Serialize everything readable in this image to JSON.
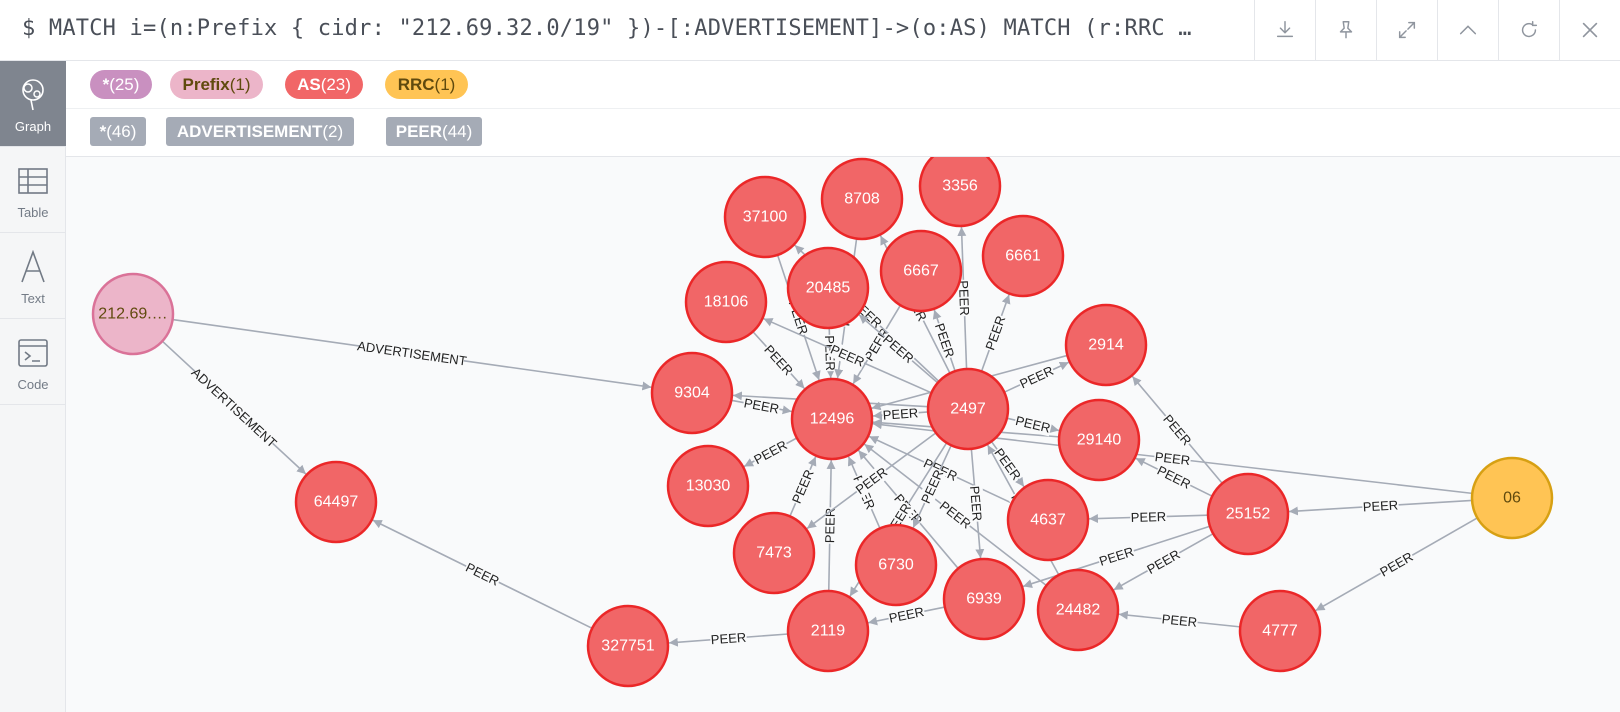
{
  "query": {
    "text": "$ MATCH i=(n:Prefix { cidr: \"212.69.32.0/19\" })-[:ADVERTISEMENT]->(o:AS) MATCH (r:RRC …"
  },
  "toolbar": {
    "buttons": [
      {
        "name": "download-icon"
      },
      {
        "name": "pin-icon"
      },
      {
        "name": "expand-icon"
      },
      {
        "name": "collapse-icon"
      },
      {
        "name": "rerun-icon"
      },
      {
        "name": "close-icon"
      }
    ]
  },
  "sidebar": {
    "items": [
      {
        "label": "Graph",
        "icon": "graph-icon"
      },
      {
        "label": "Table",
        "icon": "table-icon"
      },
      {
        "label": "Text",
        "icon": "text-icon"
      },
      {
        "label": "Code",
        "icon": "code-icon"
      }
    ]
  },
  "legend": {
    "labels": [
      {
        "name": "*",
        "count": "(25)",
        "color": "#c990c0",
        "text_color": "#ffffff"
      },
      {
        "name": "Prefix",
        "count": "(1)",
        "color": "#ecb5c9",
        "text_color": "#604a0e"
      },
      {
        "name": "AS",
        "count": "(23)",
        "color": "#f16667",
        "text_color": "#ffffff"
      },
      {
        "name": "RRC",
        "count": "(1)",
        "color": "#ffc454",
        "text_color": "#604a0e"
      }
    ],
    "relationships": [
      {
        "name": "*",
        "count": "(46)"
      },
      {
        "name": "ADVERTISEMENT",
        "count": "(2)"
      },
      {
        "name": "PEER",
        "count": "(44)"
      }
    ]
  },
  "graph": {
    "colors": {
      "AS": "#f16667",
      "AS_border": "#eb2728",
      "Prefix": "#ecb5c9",
      "Prefix_border": "#da7298",
      "RRC": "#ffc454",
      "RRC_border": "#d7a013"
    },
    "nodes": [
      {
        "id": "p",
        "label": "212.69.…",
        "type": "Prefix"
      },
      {
        "id": "64497",
        "label": "64497",
        "type": "AS"
      },
      {
        "id": "327751",
        "label": "327751",
        "type": "AS"
      },
      {
        "id": "2119",
        "label": "2119",
        "type": "AS"
      },
      {
        "id": "7473",
        "label": "7473",
        "type": "AS"
      },
      {
        "id": "13030",
        "label": "13030",
        "type": "AS"
      },
      {
        "id": "9304",
        "label": "9304",
        "type": "AS"
      },
      {
        "id": "18106",
        "label": "18106",
        "type": "AS"
      },
      {
        "id": "37100",
        "label": "37100",
        "type": "AS"
      },
      {
        "id": "20485",
        "label": "20485",
        "type": "AS"
      },
      {
        "id": "8708",
        "label": "8708",
        "type": "AS"
      },
      {
        "id": "3356",
        "label": "3356",
        "type": "AS"
      },
      {
        "id": "6667",
        "label": "6667",
        "type": "AS"
      },
      {
        "id": "6661",
        "label": "6661",
        "type": "AS"
      },
      {
        "id": "12496",
        "label": "12496",
        "type": "AS"
      },
      {
        "id": "2497",
        "label": "2497",
        "type": "AS"
      },
      {
        "id": "2914",
        "label": "2914",
        "type": "AS"
      },
      {
        "id": "29140",
        "label": "29140",
        "type": "AS"
      },
      {
        "id": "4637",
        "label": "4637",
        "type": "AS"
      },
      {
        "id": "6730",
        "label": "6730",
        "type": "AS"
      },
      {
        "id": "6939",
        "label": "6939",
        "type": "AS"
      },
      {
        "id": "24482",
        "label": "24482",
        "type": "AS"
      },
      {
        "id": "25152",
        "label": "25152",
        "type": "AS"
      },
      {
        "id": "4777",
        "label": "4777",
        "type": "AS"
      },
      {
        "id": "06",
        "label": "06",
        "type": "RRC"
      }
    ],
    "relationships": [
      {
        "from": "p",
        "to": "9304",
        "type": "ADVERTISEMENT"
      },
      {
        "from": "p",
        "to": "64497",
        "type": "ADVERTISEMENT"
      },
      {
        "from": "327751",
        "to": "64497",
        "type": "PEER"
      },
      {
        "from": "2119",
        "to": "327751",
        "type": "PEER"
      },
      {
        "from": "06",
        "to": "25152",
        "type": "PEER"
      },
      {
        "from": "06",
        "to": "4777",
        "type": "PEER"
      },
      {
        "from": "06",
        "to": "12496",
        "type": "PEER"
      },
      {
        "from": "25152",
        "to": "2914",
        "type": "PEER"
      },
      {
        "from": "25152",
        "to": "29140",
        "type": "PEER"
      },
      {
        "from": "25152",
        "to": "4637",
        "type": "PEER"
      },
      {
        "from": "25152",
        "to": "6939",
        "type": "PEER"
      },
      {
        "from": "25152",
        "to": "24482",
        "type": "PEER"
      },
      {
        "from": "4777",
        "to": "24482",
        "type": "PEER"
      },
      {
        "from": "9304",
        "to": "12496",
        "type": "PEER"
      },
      {
        "from": "12496",
        "to": "13030",
        "type": "PEER"
      },
      {
        "from": "18106",
        "to": "12496",
        "type": "PEER"
      },
      {
        "from": "37100",
        "to": "12496",
        "type": "PEER"
      },
      {
        "from": "20485",
        "to": "12496",
        "type": "PEER"
      },
      {
        "from": "8708",
        "to": "12496",
        "type": "PEER"
      },
      {
        "from": "6667",
        "to": "12496",
        "type": "PEER"
      },
      {
        "from": "7473",
        "to": "12496",
        "type": "PEER"
      },
      {
        "from": "2119",
        "to": "12496",
        "type": "PEER"
      },
      {
        "from": "6730",
        "to": "12496",
        "type": "PEER"
      },
      {
        "from": "6939",
        "to": "12496",
        "type": "PEER"
      },
      {
        "from": "24482",
        "to": "12496",
        "type": "PEER"
      },
      {
        "from": "4637",
        "to": "12496",
        "type": "PEER"
      },
      {
        "from": "2497",
        "to": "12496",
        "type": "PEER"
      },
      {
        "from": "29140",
        "to": "12496",
        "type": "PEER"
      },
      {
        "from": "2914",
        "to": "12496",
        "type": "PEER"
      },
      {
        "from": "2497",
        "to": "3356",
        "type": "PEER"
      },
      {
        "from": "2497",
        "to": "6661",
        "type": "PEER"
      },
      {
        "from": "2497",
        "to": "6667",
        "type": "PEER"
      },
      {
        "from": "2497",
        "to": "8708",
        "type": "PEER"
      },
      {
        "from": "2497",
        "to": "37100",
        "type": "PEER"
      },
      {
        "from": "2497",
        "to": "20485",
        "type": "PEER"
      },
      {
        "from": "2497",
        "to": "18106",
        "type": "PEER"
      },
      {
        "from": "2497",
        "to": "9304",
        "type": "PEER"
      },
      {
        "from": "2497",
        "to": "2914",
        "type": "PEER"
      },
      {
        "from": "2497",
        "to": "29140",
        "type": "PEER"
      },
      {
        "from": "2497",
        "to": "4637",
        "type": "PEER"
      },
      {
        "from": "2497",
        "to": "6939",
        "type": "PEER"
      },
      {
        "from": "2497",
        "to": "6730",
        "type": "PEER"
      },
      {
        "from": "2497",
        "to": "7473",
        "type": "PEER"
      },
      {
        "from": "2497",
        "to": "2119",
        "type": "PEER"
      },
      {
        "from": "24482",
        "to": "2497",
        "type": "PEER"
      },
      {
        "from": "6939",
        "to": "2119",
        "type": "PEER"
      }
    ]
  }
}
